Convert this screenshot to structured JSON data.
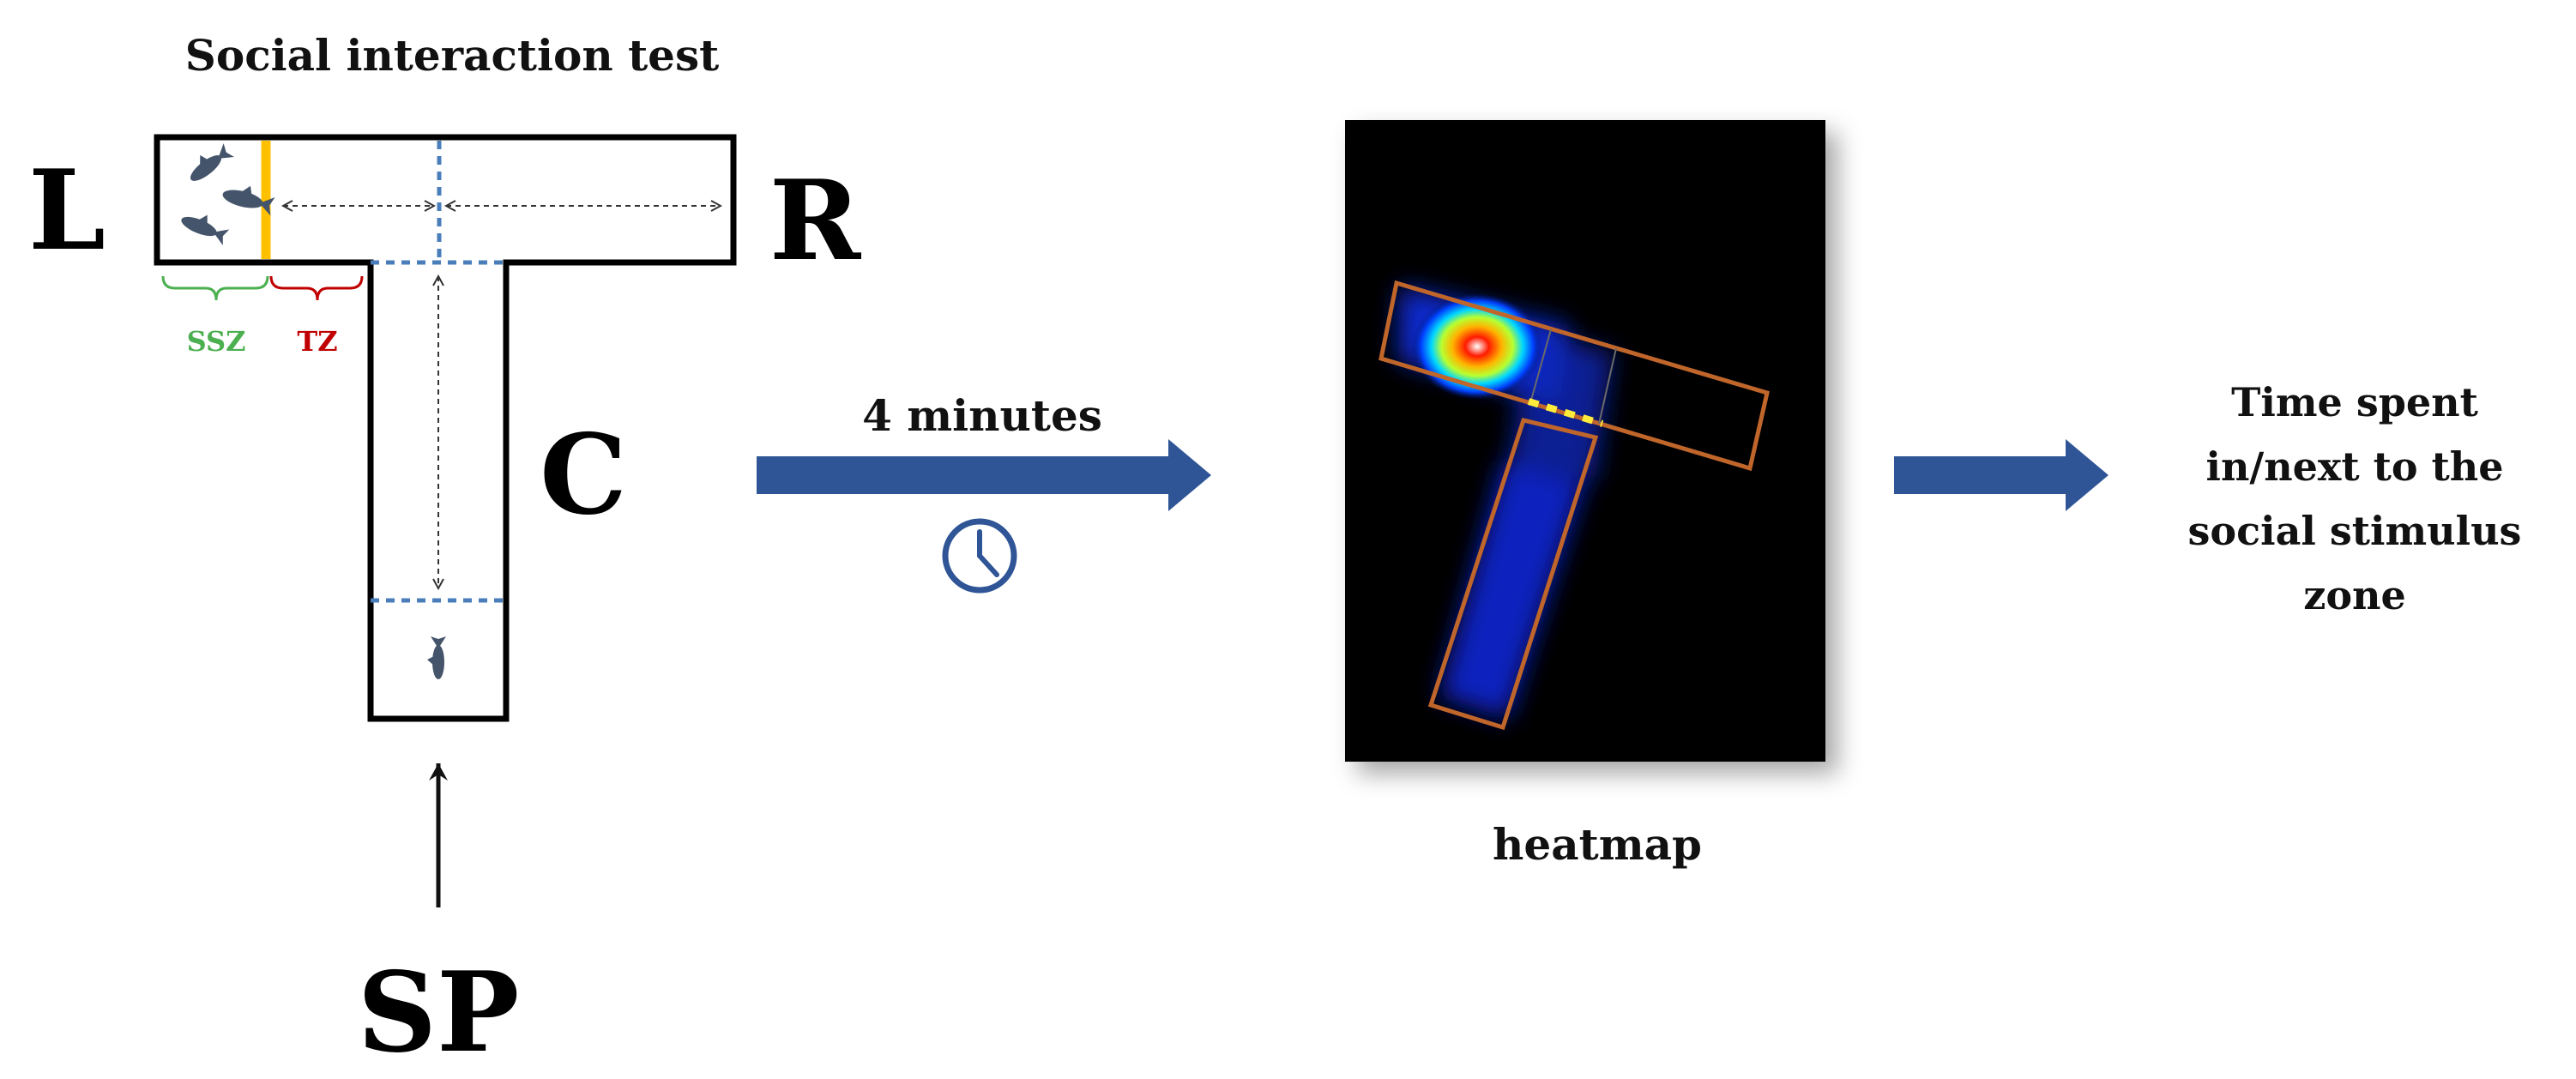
{
  "title": "Social interaction test",
  "arm_labels": {
    "left": "L",
    "right": "R",
    "center": "C",
    "start": "SP"
  },
  "zone_labels": {
    "social_stimulus_zone": "SSZ",
    "transition_zone": "TZ"
  },
  "duration_label": "4 minutes",
  "heatmap_label": "heatmap",
  "outcome_lines": [
    "Time spent",
    "in/next to the",
    "social stimulus",
    "zone"
  ],
  "colors": {
    "arrow_blue": "#2f5597",
    "barrier_orange": "#ffc000",
    "divider_blue": "#4a7ebb",
    "ssz_green": "#4caf50",
    "tz_red": "#c00000",
    "fish": "#44546a",
    "heatmap_bg": "#000000",
    "heatmap_frame": "#c0662b",
    "heatmap_door": "#ffeb3b"
  },
  "icons": {
    "clock": "clock-icon",
    "fish_group": "fish-group-icon",
    "single_fish": "fish-icon"
  }
}
